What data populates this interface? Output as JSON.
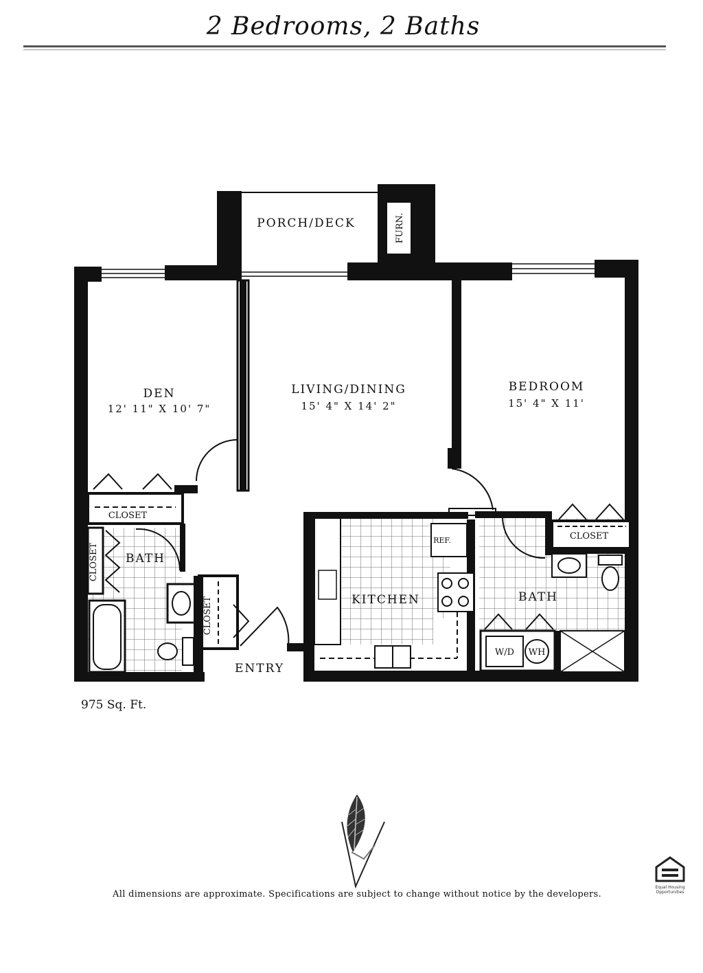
{
  "header": {
    "title": "2 Bedrooms, 2 Baths"
  },
  "rooms": {
    "porch": "PORCH/DECK",
    "furn": "FURN.",
    "den": {
      "name": "DEN",
      "size": "12' 11\" X 10' 7\""
    },
    "living": {
      "name": "LIVING/DINING",
      "size": "15' 4\" X 14' 2\""
    },
    "bedroom": {
      "name": "BEDROOM",
      "size": "15' 4\" X 11'"
    },
    "closet_den": "CLOSET",
    "closet_bath": "CLOSET",
    "closet_entry": "CLOSET",
    "closet_bedroom": "CLOSET",
    "bath_left": "BATH",
    "bath_right": "BATH",
    "kitchen": "KITCHEN",
    "ref": "REF.",
    "wd": "W/D",
    "wh": "WH",
    "entry": "ENTRY"
  },
  "footer": {
    "area": "975 Sq. Ft.",
    "disclaimer": "All dimensions are approximate. Specifications are subject to change without notice by the developers.",
    "eho_line1": "Equal Housing",
    "eho_line2": "Opportunities"
  }
}
